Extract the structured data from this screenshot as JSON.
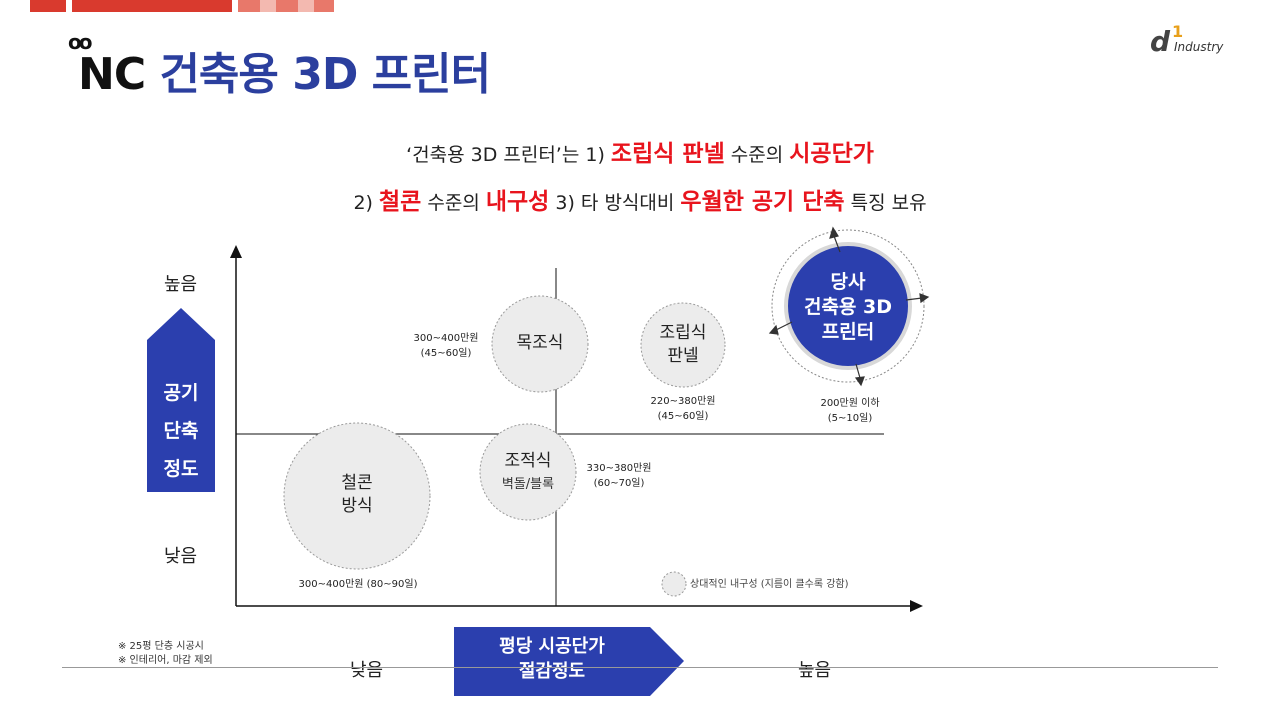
{
  "header": {
    "title_brand": "NC",
    "title_rest": "건축용 3D 프린터",
    "title_deco": "oo",
    "logo_mark": "d",
    "logo_number": "1",
    "logo_word": "Industry"
  },
  "colors": {
    "accent_blue": "#2b3f9e",
    "highlight_red": "#e8141d",
    "topbar": [
      "#d93a2e",
      "#d93a2e",
      "#e8786a",
      "#f3b9b0",
      "#e8786a",
      "#f3b9b0",
      "#e8786a"
    ]
  },
  "headline": {
    "l1_a": "‘건축용 3D 프린터’는 1) ",
    "l1_b": "조립식 판넬",
    "l1_c": " 수준의 ",
    "l1_d": "시공단가",
    "l2_a": "2) ",
    "l2_b": "철콘",
    "l2_c": " 수준의 ",
    "l2_d": "내구성",
    "l2_e": " 3) 타 방식대비 ",
    "l2_f": "우월한 공기 단축",
    "l2_g": " 특징 보유"
  },
  "axes": {
    "y_high": "높음",
    "y_low": "낮음",
    "y_arrow_1": "공기",
    "y_arrow_2": "단축",
    "y_arrow_3": "정도",
    "x_low": "낮음",
    "x_high": "높음",
    "x_arrow_1": "평당 시공단가",
    "x_arrow_2": "절감정도"
  },
  "methods": {
    "mokjo": {
      "name": "목조식",
      "price": "300~400만원",
      "period": "(45~60일)"
    },
    "jorip": {
      "name_1": "조립식",
      "name_2": "판넬",
      "price": "220~380만원",
      "period": "(45~60일)"
    },
    "company": {
      "name_1": "당사",
      "name_2": "건축용 3D",
      "name_3": "프린터",
      "price": "200만원 이하",
      "period": "(5~10일)"
    },
    "cheolkon": {
      "name_1": "철콘",
      "name_2": "방식",
      "price": "300~400만원 (80~90일)"
    },
    "jojeok": {
      "name": "조적식",
      "sub": "벽돌/블록",
      "price": "330~380만원",
      "period": "(60~70일)"
    }
  },
  "legend": {
    "text": "상대적인 내구성 (지름이 클수록 강함)"
  },
  "notes": {
    "n1": "※ 25평 단층 시공시",
    "n2": "※ 인테리어, 마감 제외"
  }
}
